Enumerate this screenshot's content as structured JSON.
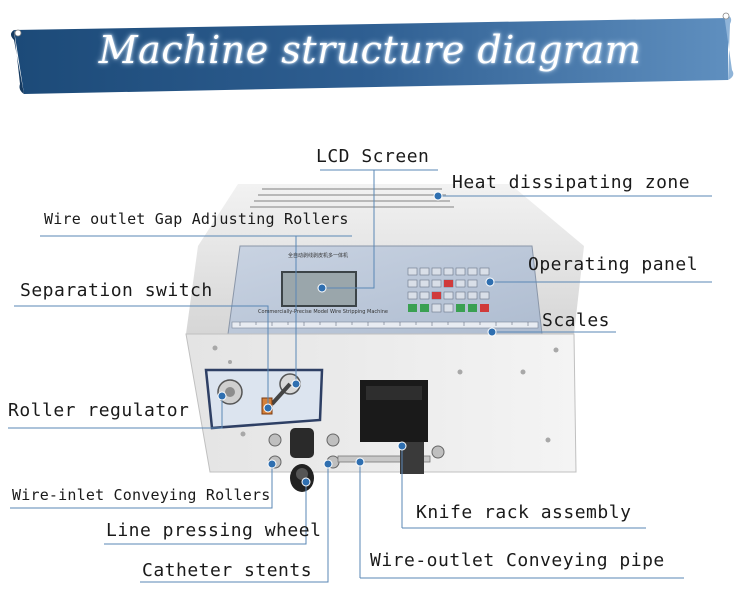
{
  "title": "Machine structure diagram",
  "device": {
    "panel_title": "全自动剥线剥皮机多一体机",
    "panel_subtitle": "Commercially-Precise Model Wire Stripping Machine"
  },
  "labels": {
    "lcd_screen": "LCD Screen",
    "heat_dissipating_zone": "Heat dissipating zone",
    "wire_outlet_gap_adjusting_rollers": "Wire outlet Gap Adjusting Rollers",
    "operating_panel": "Operating panel",
    "separation_switch": "Separation switch",
    "scales": "Scales",
    "roller_regulator": "Roller regulator",
    "wire_inlet_conveying_rollers": "Wire-inlet Conveying Rollers",
    "line_pressing_wheel": "Line pressing wheel",
    "knife_rack_assembly": "Knife rack assembly",
    "catheter_stents": "Catheter stents",
    "wire_outlet_conveying_pipe": "Wire-outlet Conveying pipe"
  },
  "colors": {
    "banner_dark": "#1c4a78",
    "banner_light": "#5f8fbf",
    "leader_line": "#5a87b5",
    "marker": "#2f6fb0",
    "machine_body": "#dcdcdc",
    "panel_face": "#b9c6d8",
    "lcd": "#9aa6ab",
    "front_panel": "#eeeeee"
  }
}
